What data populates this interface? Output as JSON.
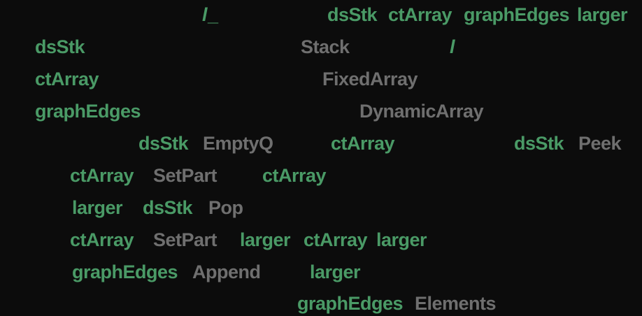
{
  "colors": {
    "background": "#0c0c0c",
    "local_variable_green": "#4a9a66",
    "string_gray": "#6f6f6f"
  },
  "code": {
    "lines": [
      {
        "tokens": [
          {
            "text": "l",
            "role": "pattern-variable"
          },
          {
            "text": "_",
            "role": "pattern-blank"
          },
          {
            "text": "dsStk",
            "role": "local-variable"
          },
          {
            "text": "ctArray",
            "role": "local-variable"
          },
          {
            "text": "graphEdges",
            "role": "local-variable"
          },
          {
            "text": "larger",
            "role": "local-variable"
          }
        ]
      },
      {
        "tokens": [
          {
            "text": "dsStk",
            "role": "local-variable"
          },
          {
            "text": "Stack",
            "role": "string"
          },
          {
            "text": "l",
            "role": "pattern-variable"
          }
        ]
      },
      {
        "tokens": [
          {
            "text": "ctArray",
            "role": "local-variable"
          },
          {
            "text": "FixedArray",
            "role": "string"
          }
        ]
      },
      {
        "tokens": [
          {
            "text": "graphEdges",
            "role": "local-variable"
          },
          {
            "text": "DynamicArray",
            "role": "string"
          }
        ]
      },
      {
        "tokens": [
          {
            "text": "dsStk",
            "role": "local-variable"
          },
          {
            "text": "EmptyQ",
            "role": "string"
          },
          {
            "text": "ctArray",
            "role": "local-variable"
          },
          {
            "text": "dsStk",
            "role": "local-variable"
          },
          {
            "text": "Peek",
            "role": "string"
          }
        ]
      },
      {
        "tokens": [
          {
            "text": "ctArray",
            "role": "local-variable"
          },
          {
            "text": "SetPart",
            "role": "string"
          },
          {
            "text": "ctArray",
            "role": "local-variable"
          }
        ]
      },
      {
        "tokens": [
          {
            "text": "larger",
            "role": "local-variable"
          },
          {
            "text": "dsStk",
            "role": "local-variable"
          },
          {
            "text": "Pop",
            "role": "string"
          }
        ]
      },
      {
        "tokens": [
          {
            "text": "ctArray",
            "role": "local-variable"
          },
          {
            "text": "SetPart",
            "role": "string"
          },
          {
            "text": "larger",
            "role": "local-variable"
          },
          {
            "text": "ctArray",
            "role": "local-variable"
          },
          {
            "text": "larger",
            "role": "local-variable"
          }
        ]
      },
      {
        "tokens": [
          {
            "text": "graphEdges",
            "role": "local-variable"
          },
          {
            "text": "Append",
            "role": "string"
          },
          {
            "text": "larger",
            "role": "local-variable"
          }
        ]
      },
      {
        "tokens": [
          {
            "text": "graphEdges",
            "role": "local-variable"
          },
          {
            "text": "Elements",
            "role": "string"
          }
        ]
      }
    ]
  }
}
